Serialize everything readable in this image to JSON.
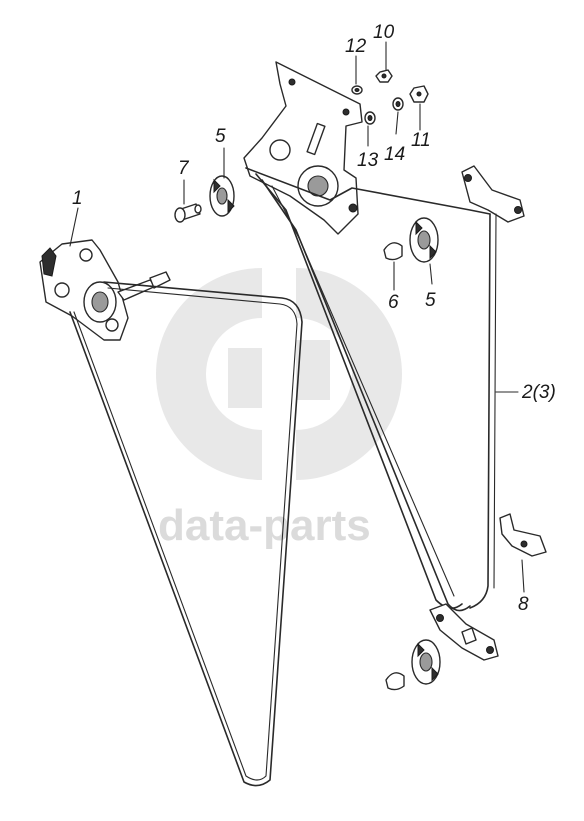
{
  "diagram": {
    "callouts": {
      "c1": "1",
      "c2_3": "2(3)",
      "c5_upper": "5",
      "c5_lower": "5",
      "c6": "6",
      "c7": "7",
      "c8": "8",
      "c10": "10",
      "c11": "11",
      "c12": "12",
      "c13": "13",
      "c14": "14"
    },
    "watermark": {
      "text": "data-parts"
    }
  }
}
